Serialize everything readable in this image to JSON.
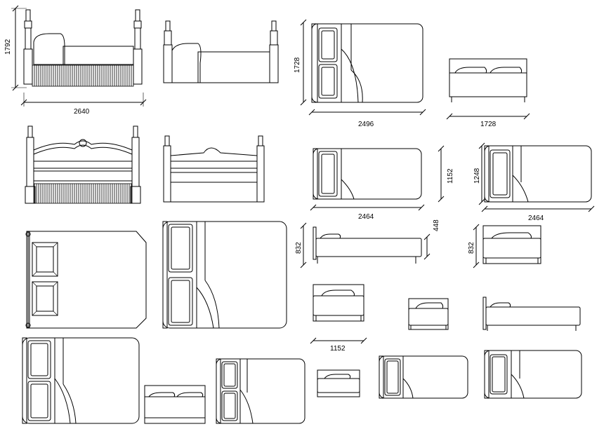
{
  "drawing": {
    "title": "",
    "dimensions": {
      "d_1792": "1792",
      "d_2640": "2640",
      "d_1728_v": "1728",
      "d_2496": "2496",
      "d_1728_h": "1728",
      "d_1152_v": "1152",
      "d_2464_a": "2464",
      "d_1248": "1248",
      "d_2464_b": "2464",
      "d_448": "448",
      "d_832_a": "832",
      "d_832_b": "832",
      "d_1152_h": "1152"
    },
    "colors": {
      "line": "#000000",
      "background": "#ffffff"
    }
  }
}
